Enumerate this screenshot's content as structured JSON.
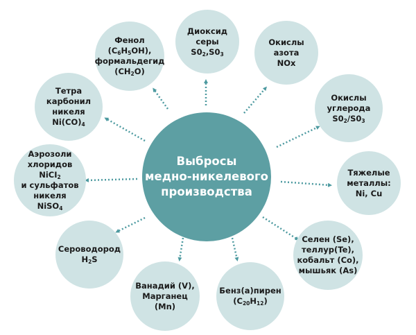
{
  "center": {
    "text": "Выбросы\nмедно-никелевого\nпроизводства"
  },
  "nodes": [
    {
      "id": "dioxide",
      "text": "Диоксид серы\nS0_2,S0_3"
    },
    {
      "id": "nox",
      "text": "Окислы азота\nNOx"
    },
    {
      "id": "co",
      "text": "Окислы\nуглерода\nS0_2/S0_3"
    },
    {
      "id": "metals",
      "text": "Тяжелые\nметаллы:\nNi, Cu"
    },
    {
      "id": "selenium",
      "text": "Селен (Se),\nтеллур(Te),\nкобальт (Co),\nмышьяк (As)"
    },
    {
      "id": "benzpyrene",
      "text": "Бенз(а)пирен\n(C_20H_12)"
    },
    {
      "id": "vanadium",
      "text": "Ванадий (V),\nМарганец (Mn)"
    },
    {
      "id": "h2s",
      "text": "Сероводород\nH_2S"
    },
    {
      "id": "aerosol",
      "text": "Аэрозоли\nхлоридов NiCI_2\nи сульфатов\nникеля\nNiSO_4"
    },
    {
      "id": "carbonyl",
      "text": "Тетра\nкарбонил\nникеля\nNi(CO)_4"
    },
    {
      "id": "phenol",
      "text": "Фенол\n(C_6H_5OH),\nформальдегид\n(CH_2O)"
    }
  ],
  "colors": {
    "center": "#5d9fa3",
    "node": "#cfe3e4",
    "arrow": "#4d9aa0"
  }
}
